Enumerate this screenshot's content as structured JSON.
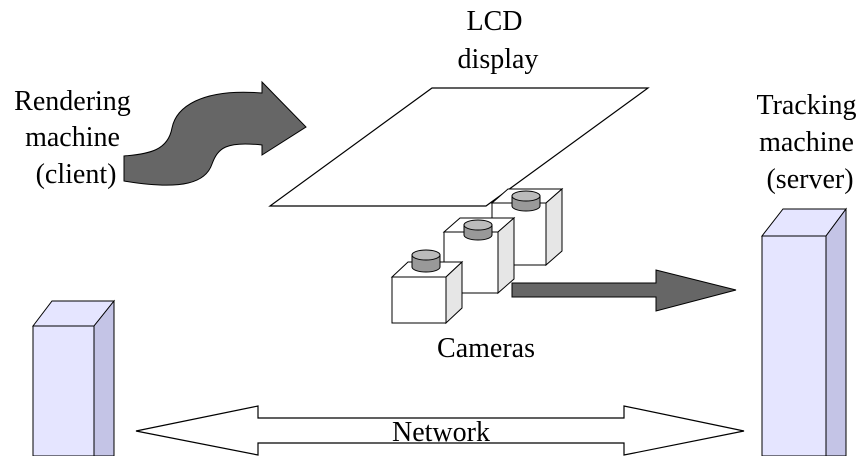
{
  "labels": {
    "rendering_machine": [
      "Rendering",
      "machine",
      "(client)"
    ],
    "lcd_display": [
      "LCD",
      "display"
    ],
    "tracking_machine": [
      "Tracking",
      "machine",
      "(server)"
    ],
    "cameras": "Cameras",
    "network": "Network"
  },
  "colors": {
    "machine_front": "#e5e5ff",
    "machine_side": "#c4c4e6",
    "arrow_fill": "#666666",
    "camera_lens": "#aaaaaa",
    "outline": "#000000"
  }
}
